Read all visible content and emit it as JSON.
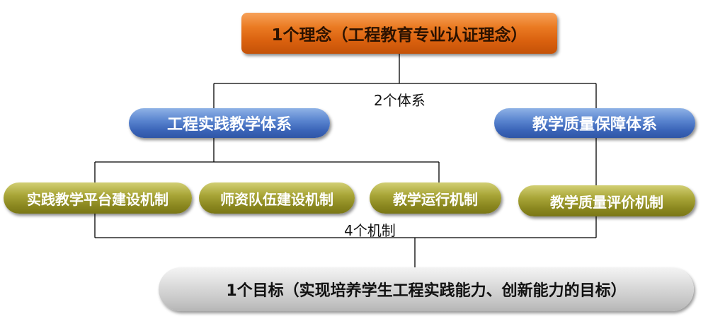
{
  "concept": {
    "label": "1个理念（工程教育专业认证理念）"
  },
  "systems_label": "2个体系",
  "systems": [
    {
      "label": "工程实践教学体系"
    },
    {
      "label": "教学质量保障体系"
    }
  ],
  "mechanisms_label": "4个机制",
  "mechanisms": [
    {
      "label": "实践教学平台建设机制"
    },
    {
      "label": "师资队伍建设机制"
    },
    {
      "label": "教学运行机制"
    },
    {
      "label": "教学质量评价机制"
    }
  ],
  "goal": {
    "label": "1个目标（实现培养学生工程实践能力、创新能力的目标）"
  },
  "colors": {
    "concept_fill": "#e06a16",
    "system_fill": "#4a74c4",
    "mechanism_fill": "#9a9728",
    "goal_fill": "#d0d0d0",
    "connector": "#000000"
  }
}
